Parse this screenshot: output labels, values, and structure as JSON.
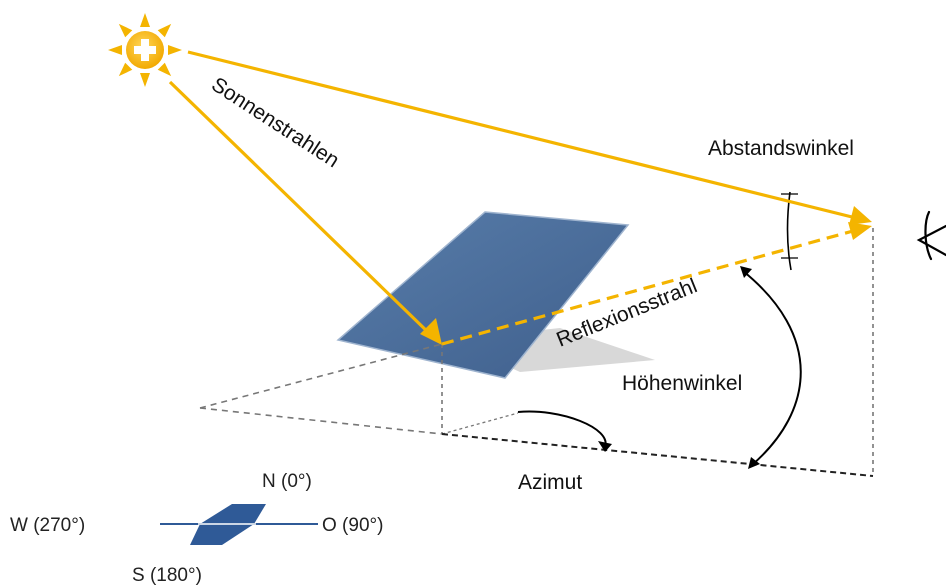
{
  "labels": {
    "sun_rays": "Sonnenstrahlen",
    "reflection_ray": "Reflexionsstrahl",
    "distance_angle": "Abstandswinkel",
    "elevation_angle": "Höhenwinkel",
    "azimuth": "Azimut"
  },
  "compass": {
    "north": "N (0°)",
    "south": "S (180°)",
    "east": "O (90°)",
    "west": "W (270°)"
  },
  "colors": {
    "ray": "#F4B400",
    "panel": "#4B6E9B",
    "panel_shadow": "#D4D4D4",
    "compass_needle": "#2F5A97",
    "guide_lines": "#555555"
  },
  "icons": {
    "sun": "sun-icon",
    "observer": "eye-icon"
  }
}
